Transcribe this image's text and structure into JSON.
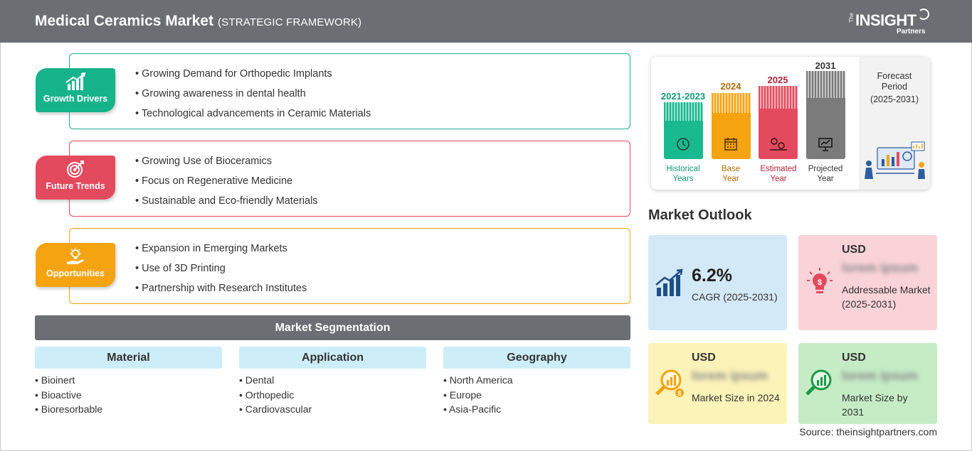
{
  "header": {
    "title": "Medical Ceramics Market",
    "subtitle": "(STRATEGIC FRAMEWORK)",
    "logo_the": "The",
    "logo_brand": "INSIGHT",
    "logo_partners": "Partners"
  },
  "sections": [
    {
      "label": "Growth Drivers",
      "color": "#17b38a",
      "items": [
        "Growing Demand for Orthopedic Implants",
        "Growing awareness in dental health",
        "Technological advancements in Ceramic Materials"
      ]
    },
    {
      "label": "Future Trends",
      "color": "#e44a5d",
      "items": [
        "Growing Use of Bioceramics",
        "Focus on Regenerative Medicine",
        "Sustainable and Eco-friendly Materials"
      ]
    },
    {
      "label": "Opportunities",
      "color": "#f5a311",
      "items": [
        "Expansion in Emerging Markets",
        "Use of 3D Printing",
        "Partnership with Research Institutes"
      ]
    }
  ],
  "segmentation": {
    "title": "Market Segmentation",
    "columns": [
      {
        "heading": "Material",
        "items": [
          "Bioinert",
          "Bioactive",
          "Bioresorbable"
        ]
      },
      {
        "heading": "Application",
        "items": [
          "Dental",
          "Orthopedic",
          "Cardiovascular"
        ]
      },
      {
        "heading": "Geography",
        "items": [
          "North America",
          "Europe",
          "Asia-Pacific"
        ]
      }
    ]
  },
  "timeline": {
    "bars": [
      {
        "year": "2021-2023",
        "label_line1": "Historical",
        "label_line2": "Years",
        "color": "#19b990",
        "text_color": "#139a78"
      },
      {
        "year": "2024",
        "label_line1": "Base",
        "label_line2": "Year",
        "color": "#f5a311",
        "text_color": "#b36d00"
      },
      {
        "year": "2025",
        "label_line1": "Estimated",
        "label_line2": "Year",
        "color": "#e44a5d",
        "text_color": "#b3233a"
      },
      {
        "year": "2031",
        "label_line1": "Projected",
        "label_line2": "Year",
        "color": "#7b7b7b",
        "text_color": "#333333"
      }
    ],
    "forecast_line1": "Forecast",
    "forecast_line2": "Period",
    "forecast_range": "(2025-2031)"
  },
  "outlook": {
    "title": "Market Outlook",
    "cagr_value": "6.2%",
    "cagr_label": "CAGR (2025-2031)",
    "addressable_usd": "USD",
    "addressable_value": "lorem ipsum",
    "addressable_label": "Addressable Market (2025-2031)",
    "size2024_usd": "USD",
    "size2024_value": "lorem ipsum",
    "size2024_label": "Market Size in 2024",
    "size2031_usd": "USD",
    "size2031_value": "lorem ipsum",
    "size2031_label": "Market Size by 2031"
  },
  "source": "Source: theinsightpartners.com"
}
